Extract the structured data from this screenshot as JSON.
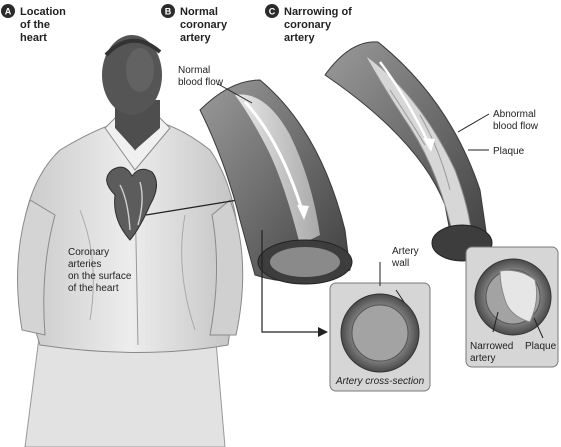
{
  "sections": {
    "a": {
      "badge": "A",
      "title": [
        "Location",
        "of the",
        "heart"
      ]
    },
    "b": {
      "badge": "B",
      "title": [
        "Normal",
        "coronary",
        "artery"
      ]
    },
    "c": {
      "badge": "C",
      "title": [
        "Narrowing of",
        "coronary",
        "artery"
      ]
    }
  },
  "labels": {
    "normal_blood_flow": [
      "Normal",
      "blood flow"
    ],
    "coronary_arteries": [
      "Coronary",
      "arteries",
      "on the surface",
      "of the heart"
    ],
    "artery_wall": [
      "Artery",
      "wall"
    ],
    "artery_cross_section": "Artery cross-section",
    "abnormal_blood_flow": [
      "Abnormal",
      "blood flow"
    ],
    "plaque_main": "Plaque",
    "narrowed_artery": [
      "Narrowed",
      "artery"
    ],
    "plaque_inset": "Plaque"
  },
  "colors": {
    "artery_outer": "#6d6d6d",
    "artery_dark": "#3e3e3e",
    "artery_light": "#bdbdbd",
    "skin": "#5a5a5a",
    "shirt": "#dcdcdc",
    "inset_bg": "#d6d6d6",
    "badge": "#2b2b2b"
  }
}
